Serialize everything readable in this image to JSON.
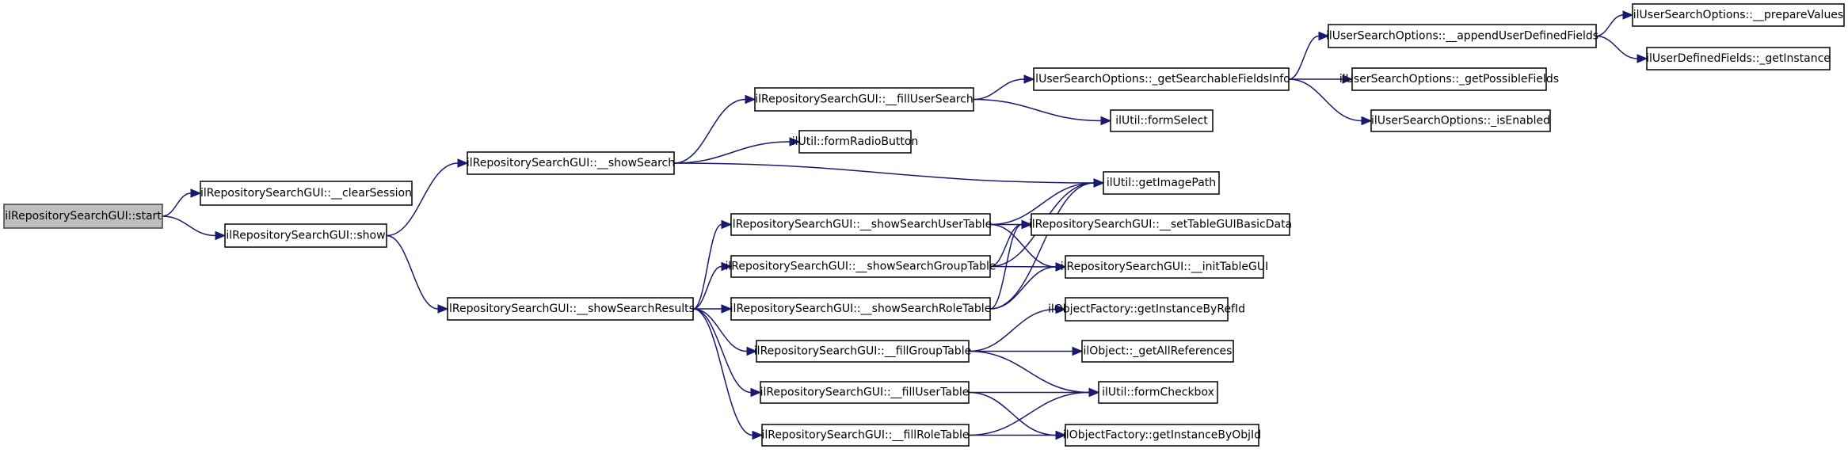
{
  "graph": {
    "type": "call-graph",
    "nodes": [
      {
        "id": "start",
        "label": "ilRepositorySearchGUI::start",
        "root": true
      },
      {
        "id": "clearSession",
        "label": "ilRepositorySearchGUI::__clearSession"
      },
      {
        "id": "show",
        "label": "ilRepositorySearchGUI::show"
      },
      {
        "id": "showSearch",
        "label": "ilRepositorySearchGUI::__showSearch"
      },
      {
        "id": "showSearchResults",
        "label": "ilRepositorySearchGUI::__showSearchResults"
      },
      {
        "id": "fillUserSearch",
        "label": "ilRepositorySearchGUI::__fillUserSearch"
      },
      {
        "id": "formRadioButton",
        "label": "ilUtil::formRadioButton"
      },
      {
        "id": "getSearchableFieldsInfo",
        "label": "ilUserSearchOptions::_getSearchableFieldsInfo"
      },
      {
        "id": "formSelect",
        "label": "ilUtil::formSelect"
      },
      {
        "id": "appendUserDefinedFields",
        "label": "ilUserSearchOptions::__appendUserDefinedFields"
      },
      {
        "id": "getPossibleFields",
        "label": "ilUserSearchOptions::_getPossibleFields"
      },
      {
        "id": "isEnabled",
        "label": "ilUserSearchOptions::_isEnabled"
      },
      {
        "id": "prepareValues",
        "label": "ilUserSearchOptions::__prepareValues"
      },
      {
        "id": "udfGetInstance",
        "label": "ilUserDefinedFields::_getInstance"
      },
      {
        "id": "getImagePath",
        "label": "ilUtil::getImagePath"
      },
      {
        "id": "showSearchUserTable",
        "label": "ilRepositorySearchGUI::__showSearchUserTable"
      },
      {
        "id": "setTableGUIBasicData",
        "label": "ilRepositorySearchGUI::__setTableGUIBasicData"
      },
      {
        "id": "showSearchGroupTable",
        "label": "ilRepositorySearchGUI::__showSearchGroupTable"
      },
      {
        "id": "initTableGUI",
        "label": "ilRepositorySearchGUI::__initTableGUI"
      },
      {
        "id": "showSearchRoleTable",
        "label": "ilRepositorySearchGUI::__showSearchRoleTable"
      },
      {
        "id": "getInstanceByRefId",
        "label": "ilObjectFactory::getInstanceByRefId"
      },
      {
        "id": "fillGroupTable",
        "label": "ilRepositorySearchGUI::__fillGroupTable"
      },
      {
        "id": "getAllReferences",
        "label": "ilObject::_getAllReferences"
      },
      {
        "id": "fillUserTable",
        "label": "ilRepositorySearchGUI::__fillUserTable"
      },
      {
        "id": "formCheckbox",
        "label": "ilUtil::formCheckbox"
      },
      {
        "id": "fillRoleTable",
        "label": "ilRepositorySearchGUI::__fillRoleTable"
      },
      {
        "id": "getInstanceByObjId",
        "label": "ilObjectFactory::getInstanceByObjId"
      }
    ],
    "edges": [
      [
        "start",
        "clearSession"
      ],
      [
        "start",
        "show"
      ],
      [
        "show",
        "showSearch"
      ],
      [
        "show",
        "showSearchResults"
      ],
      [
        "showSearch",
        "fillUserSearch"
      ],
      [
        "showSearch",
        "formRadioButton"
      ],
      [
        "showSearch",
        "getImagePath"
      ],
      [
        "fillUserSearch",
        "getSearchableFieldsInfo"
      ],
      [
        "fillUserSearch",
        "formSelect"
      ],
      [
        "getSearchableFieldsInfo",
        "appendUserDefinedFields"
      ],
      [
        "getSearchableFieldsInfo",
        "getPossibleFields"
      ],
      [
        "getSearchableFieldsInfo",
        "isEnabled"
      ],
      [
        "appendUserDefinedFields",
        "prepareValues"
      ],
      [
        "appendUserDefinedFields",
        "udfGetInstance"
      ],
      [
        "showSearchResults",
        "showSearchUserTable"
      ],
      [
        "showSearchResults",
        "showSearchGroupTable"
      ],
      [
        "showSearchResults",
        "showSearchRoleTable"
      ],
      [
        "showSearchResults",
        "fillGroupTable"
      ],
      [
        "showSearchResults",
        "fillUserTable"
      ],
      [
        "showSearchResults",
        "fillRoleTable"
      ],
      [
        "showSearchUserTable",
        "getImagePath"
      ],
      [
        "showSearchUserTable",
        "setTableGUIBasicData"
      ],
      [
        "showSearchUserTable",
        "initTableGUI"
      ],
      [
        "showSearchGroupTable",
        "getImagePath"
      ],
      [
        "showSearchGroupTable",
        "setTableGUIBasicData"
      ],
      [
        "showSearchGroupTable",
        "initTableGUI"
      ],
      [
        "showSearchRoleTable",
        "getImagePath"
      ],
      [
        "showSearchRoleTable",
        "setTableGUIBasicData"
      ],
      [
        "showSearchRoleTable",
        "initTableGUI"
      ],
      [
        "fillGroupTable",
        "getInstanceByRefId"
      ],
      [
        "fillGroupTable",
        "getAllReferences"
      ],
      [
        "fillGroupTable",
        "formCheckbox"
      ],
      [
        "fillUserTable",
        "formCheckbox"
      ],
      [
        "fillUserTable",
        "getInstanceByObjId"
      ],
      [
        "fillRoleTable",
        "formCheckbox"
      ],
      [
        "fillRoleTable",
        "getInstanceByObjId"
      ]
    ]
  },
  "colors": {
    "edge": "#191970",
    "node_border": "#000000",
    "root_fill": "#bfbfbf",
    "node_fill": "#ffffff"
  }
}
